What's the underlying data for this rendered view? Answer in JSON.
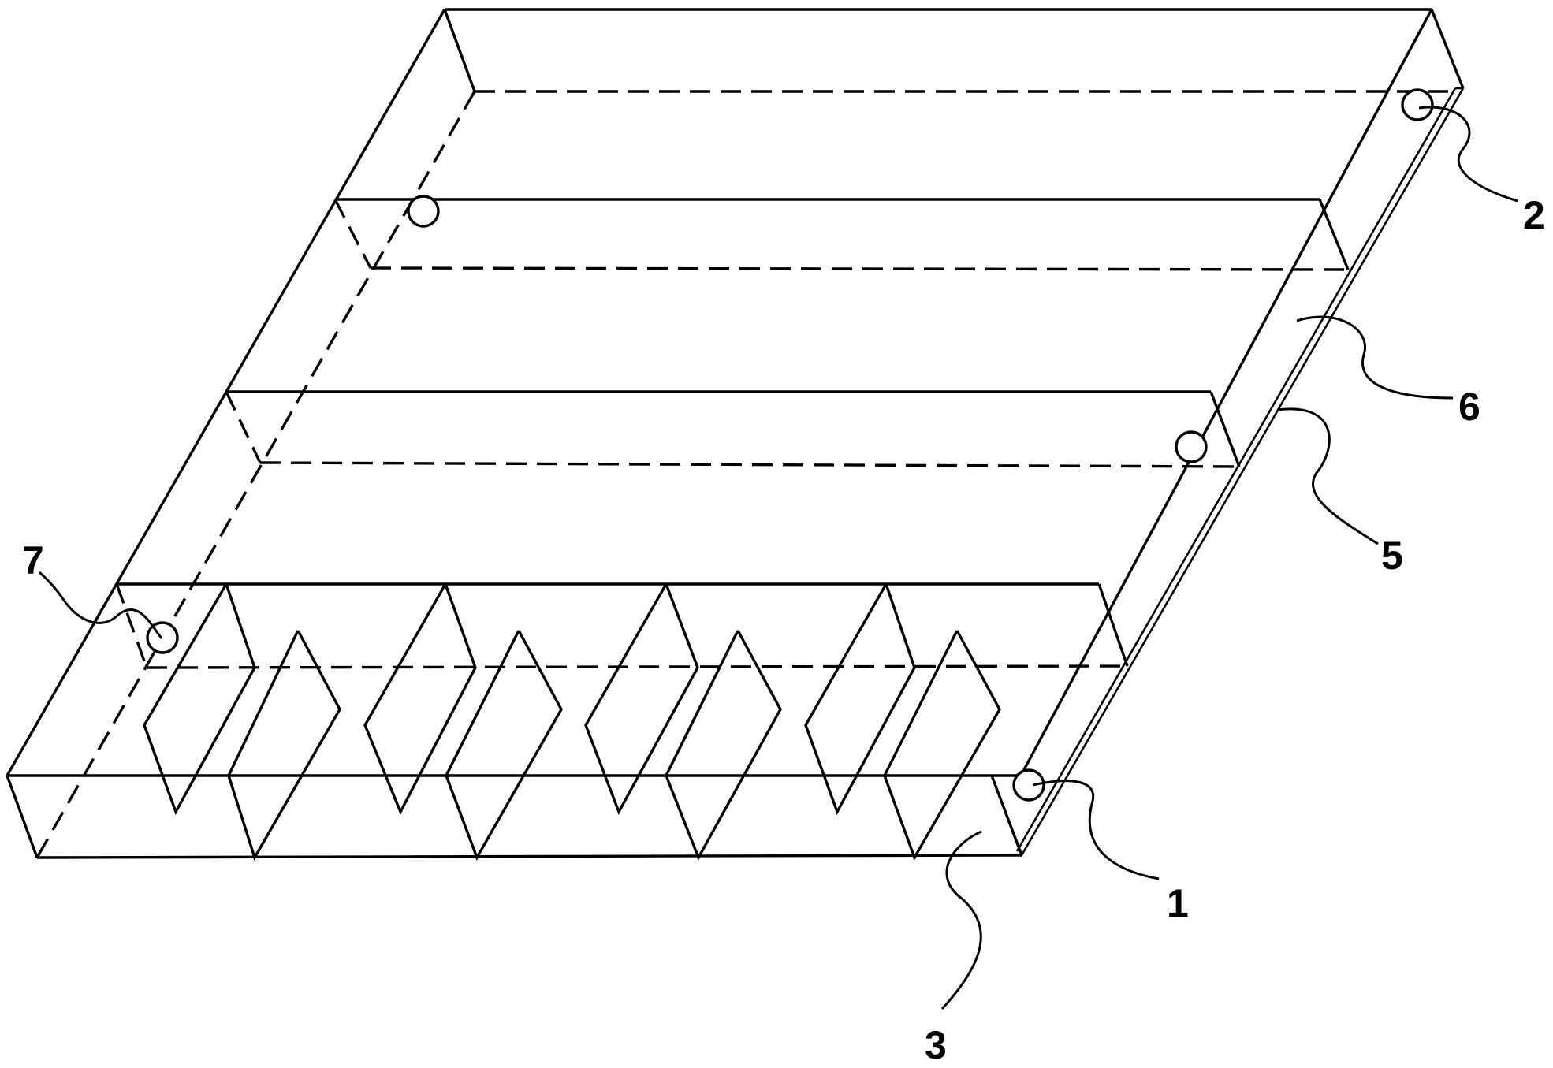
{
  "callouts": [
    {
      "id": "1",
      "label": "1"
    },
    {
      "id": "2",
      "label": "2"
    },
    {
      "id": "3",
      "label": "3"
    },
    {
      "id": "5",
      "label": "5"
    },
    {
      "id": "6",
      "label": "6"
    },
    {
      "id": "7",
      "label": "7"
    }
  ],
  "colors": {
    "line": "#000000",
    "background": "#ffffff"
  }
}
